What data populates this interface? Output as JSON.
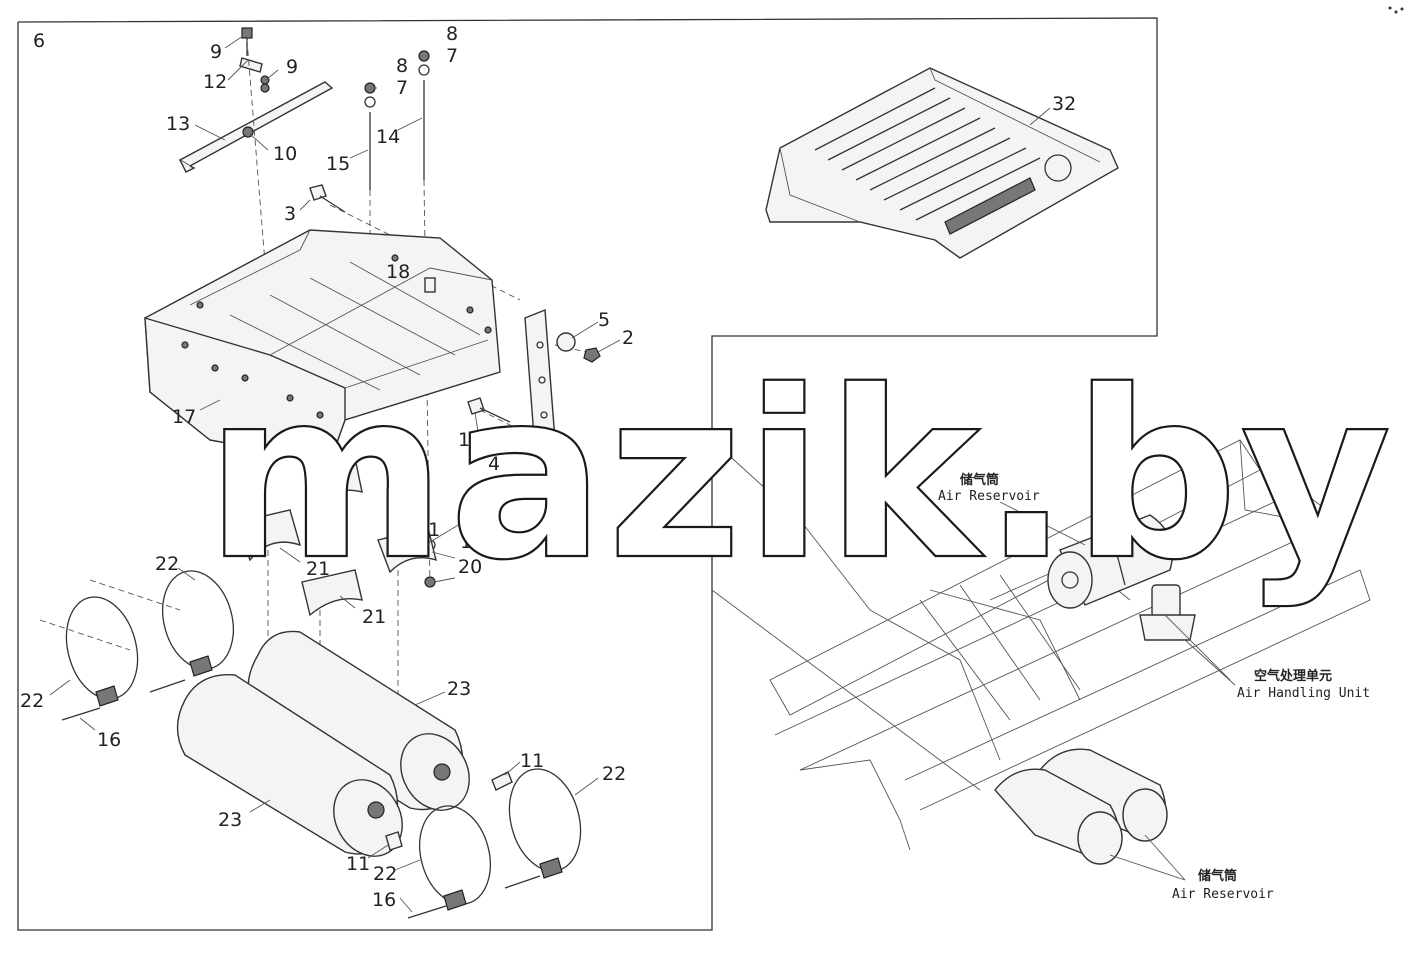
{
  "callouts": {
    "c1": "1",
    "c2a": "2",
    "c2b": "2",
    "c3": "3",
    "c4": "4",
    "c5": "5",
    "c6": "6",
    "c7a": "7",
    "c7b": "7",
    "c8a": "8",
    "c8b": "8",
    "c9a": "9",
    "c9b": "9",
    "c10": "10",
    "c11a": "11",
    "c11b": "11",
    "c12": "12",
    "c13": "13",
    "c14": "14",
    "c15": "15",
    "c16a": "16",
    "c16b": "16",
    "c17": "17",
    "c18": "18",
    "c19": "19",
    "c20": "20",
    "c21a": "21",
    "c21b": "21",
    "c21c": "21",
    "c21d": "21",
    "c22a": "22",
    "c22b": "22",
    "c22c": "22",
    "c22d": "22",
    "c23a": "23",
    "c23b": "23",
    "c32": "32"
  },
  "captions": {
    "reservoir_top_cn": "储气筒",
    "reservoir_top_en": "Air Reservoir",
    "handling_cn": "空气处理单元",
    "handling_en": "Air Handling Unit",
    "reservoir_bottom_cn": "储气筒",
    "reservoir_bottom_en": "Air Reservoir"
  },
  "watermark": {
    "text": "mazik.by"
  },
  "colors": {
    "line": "#333333",
    "fill": "#f4f4f4",
    "watermark_outline": "#1a1a1a"
  }
}
